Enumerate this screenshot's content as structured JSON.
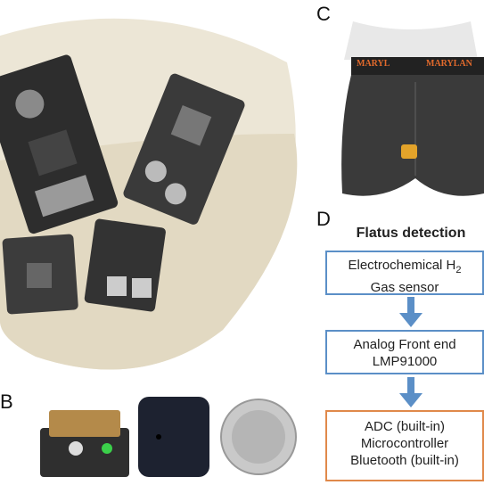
{
  "panels": {
    "c_label": "C",
    "d_label": "D",
    "b_label": "B"
  },
  "photo_c": {
    "waistband_text_left": "MARYL",
    "waistband_text_right": "MARYLAN"
  },
  "flowchart": {
    "title": "Flatus detection",
    "steps": [
      {
        "line1": "Electrochemical H",
        "sub": "2",
        "line2": "Gas sensor"
      },
      {
        "line1": "Analog Front end",
        "line2": "LMP91000"
      },
      {
        "line1": "ADC (built-in)",
        "line2": "Microcontroller",
        "line3": "Bluetooth (built-in)"
      }
    ]
  },
  "colors": {
    "box_blue": "#5b8fc7",
    "box_orange": "#e0894a",
    "arrow_blue": "#5b8fc7",
    "cone_beige": "#e9e3d2"
  }
}
